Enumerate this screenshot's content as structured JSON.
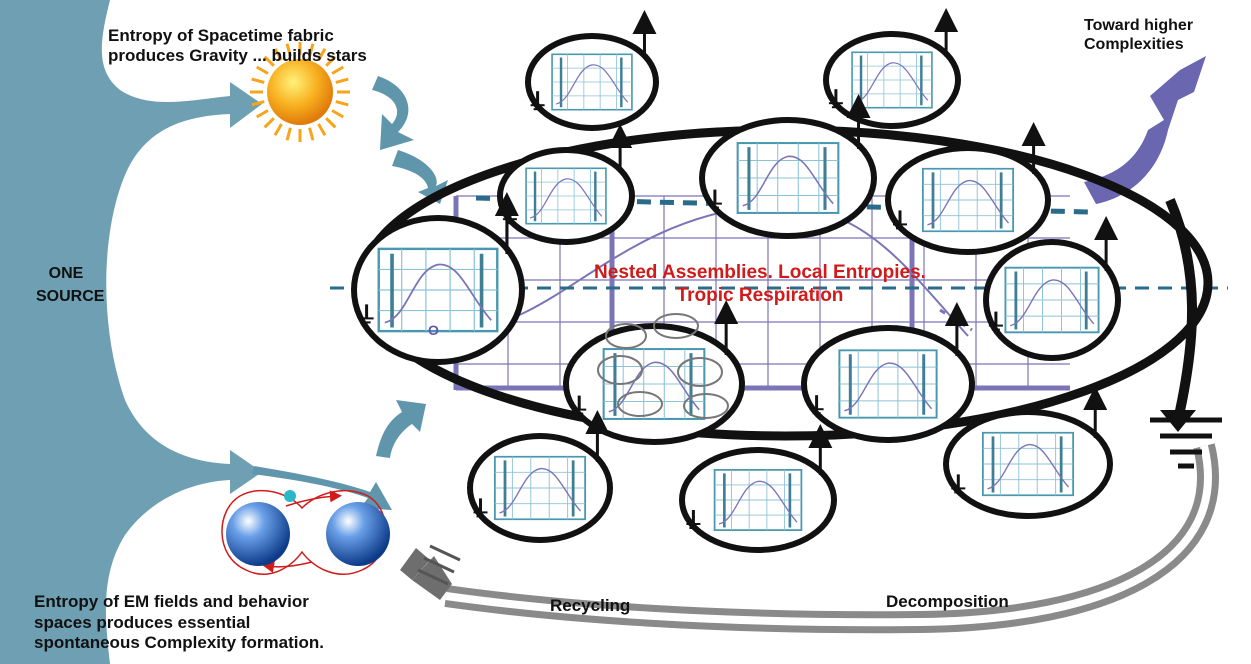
{
  "labels": {
    "gravity_line1": "Entropy of Spacetime fabric",
    "gravity_line2": "produces Gravity ... builds stars",
    "source_line1": "ONE",
    "source_line2": "SOURCE",
    "higher_line1": "Toward higher",
    "higher_line2": "Complexities",
    "center_line1": "Nested Assemblies.  Local Entropies.",
    "center_line2": "Tropic Respiration",
    "em_line1": "Entropy of EM fields and behavior",
    "em_line2": "spaces produces essential",
    "em_line3": "spontaneous Complexity formation.",
    "recycling": "Recycling",
    "decomposition": "Decomposition",
    "origin_marker": "O"
  },
  "colors": {
    "source_fill": "#6e9fb2",
    "arrow_fill": "#5f96ab",
    "grid_purple": "#7b75b8",
    "dashed_blue": "#2a6a8a",
    "ellipse_stroke": "#111111",
    "center_text": "#d11a1a",
    "sun": "#f6a51a",
    "recycle_gray": "#8a8a8a",
    "toward_arrow": "#6a66b0",
    "mini_chart_grid": "#4a98b0"
  },
  "icons": {
    "sun": "sun-icon",
    "em_particles": "atom-pair-icon",
    "ground": "ground-symbol-icon"
  }
}
